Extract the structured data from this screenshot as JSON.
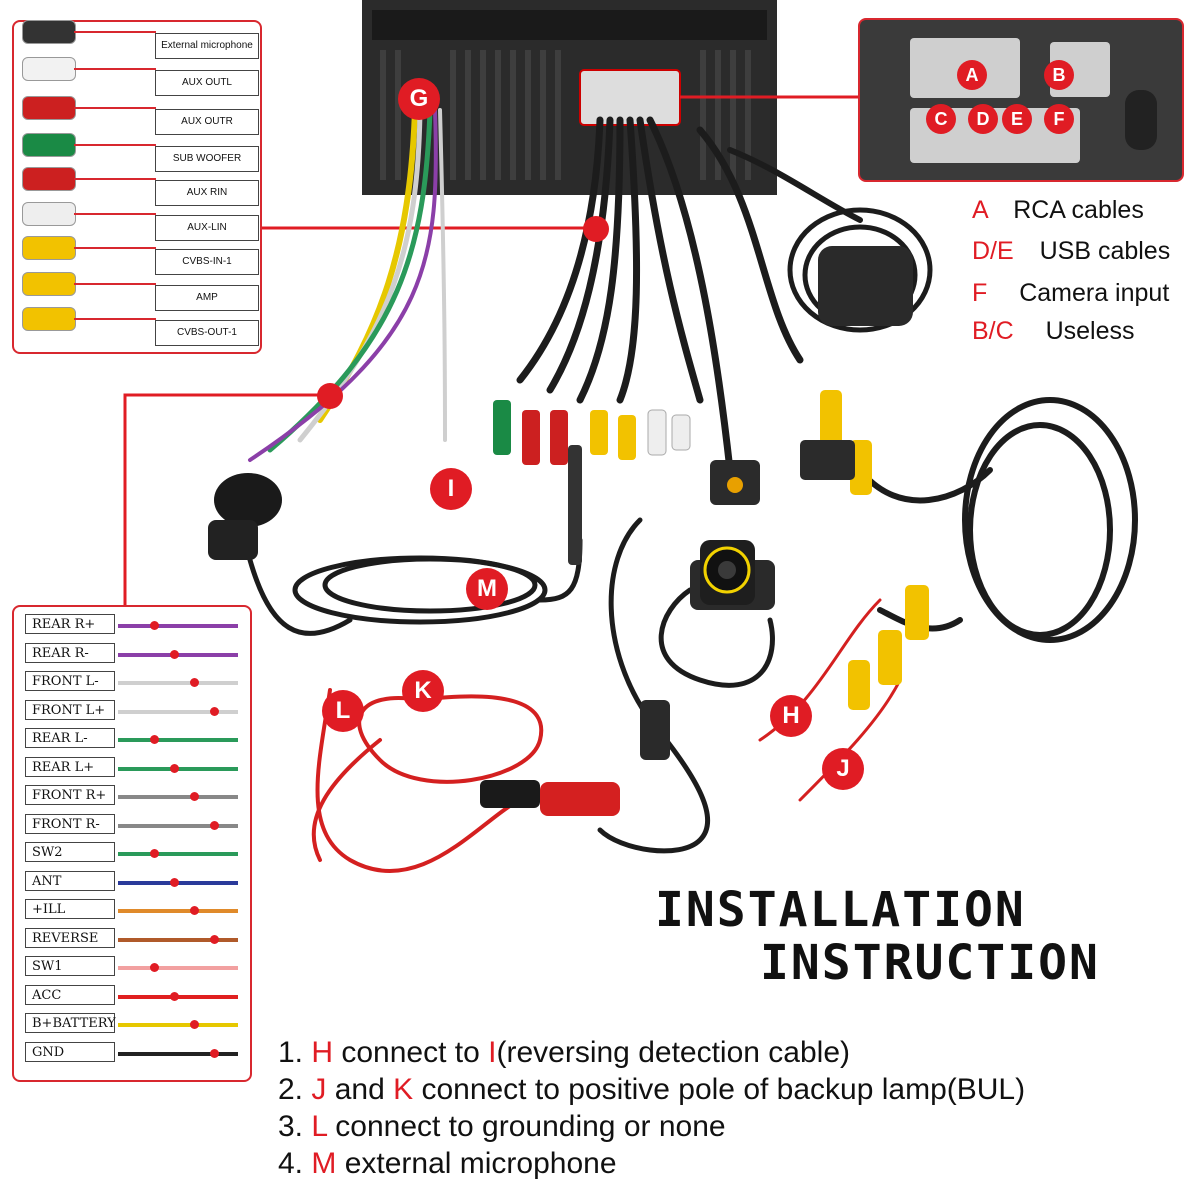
{
  "aux_panel": {
    "labels": [
      "External microphone",
      "AUX OUTL",
      "AUX OUTR",
      "SUB WOOFER",
      "AUX RIN",
      "AUX-LIN",
      "CVBS-IN-1",
      "AMP",
      "CVBS-OUT-1"
    ],
    "plug_colors": [
      "#333333",
      "#f2f2f2",
      "#cc2020",
      "#1a8a45",
      "#cc2020",
      "#eeeeee",
      "#f2c200",
      "#f2c200",
      "#f2c200"
    ]
  },
  "wire_panel": {
    "labels": [
      "REAR R+",
      "REAR R-",
      "FRONT L-",
      "FRONT L+",
      "REAR L-",
      "REAR L+",
      "FRONT R+",
      "FRONT R-",
      "SW2",
      "ANT",
      "+ILL",
      "REVERSE",
      "SW1",
      "ACC",
      "B+BATTERY",
      "GND"
    ],
    "wire_colors": [
      "#8b3fa8",
      "#8b3fa8",
      "#cfcfcf",
      "#cfcfcf",
      "#2a9a5a",
      "#2a9a5a",
      "#888888",
      "#888888",
      "#2a9a5a",
      "#2a3a9a",
      "#e08a2a",
      "#b05a2a",
      "#f2a0a0",
      "#e02020",
      "#e6c800",
      "#222222"
    ]
  },
  "connector_letters": [
    "A",
    "B",
    "C",
    "D",
    "E",
    "F"
  ],
  "legend": [
    {
      "code": "A",
      "text": "RCA cables"
    },
    {
      "code": "D/E",
      "text": "USB cables"
    },
    {
      "code": "F",
      "text": "Camera input"
    },
    {
      "code": "B/C",
      "text": "Useless"
    }
  ],
  "markers": {
    "G": "G",
    "I": "I",
    "M": "M",
    "L": "L",
    "K": "K",
    "H": "H",
    "J": "J"
  },
  "title": {
    "line1": "INSTALLATION",
    "line2": "INSTRUCTION"
  },
  "instructions": [
    {
      "num": "1. ",
      "code": "H",
      "text": " connect to ",
      "code2": "I",
      "text2": "(reversing detection cable)"
    },
    {
      "num": "2. ",
      "code": "J",
      "text": " and ",
      "code2": "K",
      "text2": " connect to positive pole of backup lamp(BUL)"
    },
    {
      "num": "3. ",
      "code": "L",
      "text": " connect to grounding or none",
      "code2": "",
      "text2": ""
    },
    {
      "num": "4. ",
      "code": "M",
      "text": " external microphone",
      "code2": "",
      "text2": ""
    }
  ],
  "colors": {
    "accent": "#e01c24",
    "cable": "#1c1c1c",
    "red_wire": "#d42020",
    "rca_yellow": "#f2c200"
  }
}
